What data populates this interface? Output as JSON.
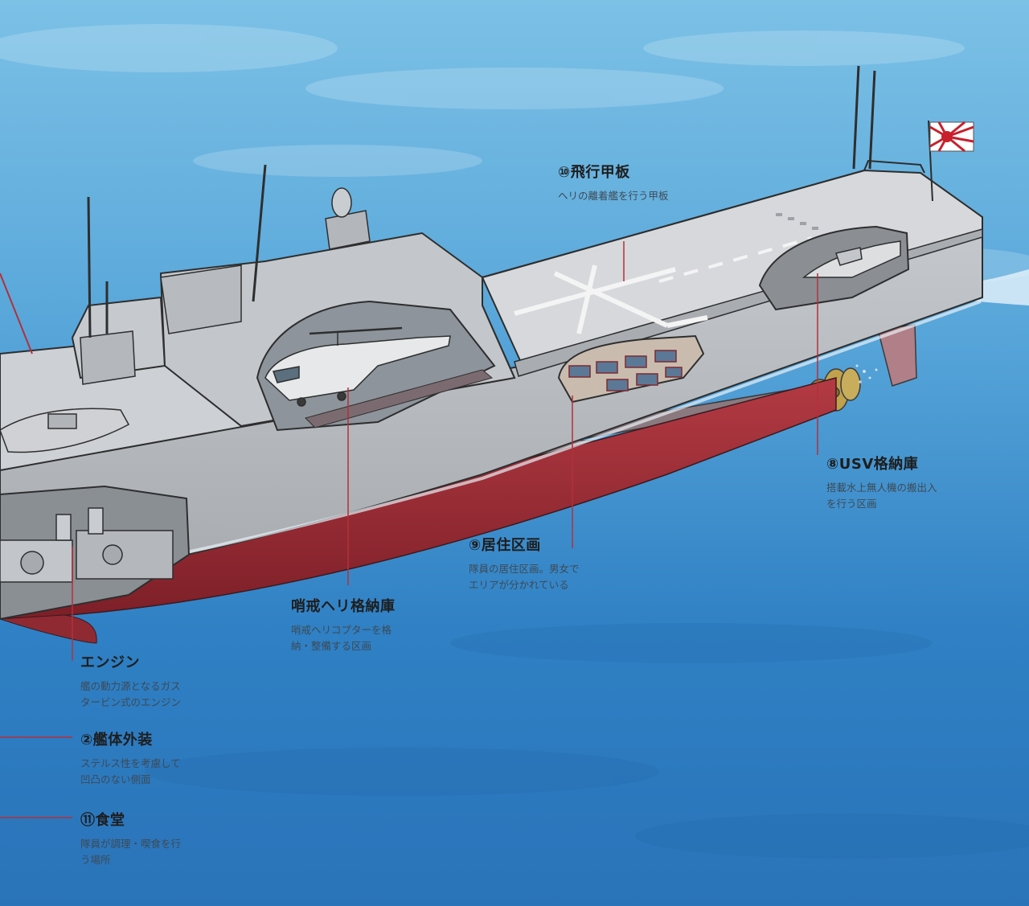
{
  "callouts": {
    "flight_deck": {
      "title": "⑩飛行甲板",
      "lines": [
        "ヘリの離着艦を行う甲板"
      ]
    },
    "usv_hangar": {
      "title": "⑧USV格納庫",
      "lines": [
        "搭載水上無人機の搬出入",
        "を行う区画"
      ]
    },
    "living_quarters": {
      "title": "⑨居住区画",
      "lines": [
        "隊員の居住区画。男女で",
        "エリアが分かれている"
      ]
    },
    "heli_hangar": {
      "title": "哨戒ヘリ格納庫",
      "lines": [
        "哨戒ヘリコプターを格",
        "納・整備する区画"
      ]
    },
    "engine": {
      "title": "エンジン",
      "lines": [
        "艦の動力源となるガス",
        "タービン式のエンジン"
      ]
    },
    "hull": {
      "title": "②艦体外装",
      "lines": [
        "ステルス性を考慮して",
        "凹凸のない側面"
      ]
    },
    "mess_hall": {
      "title": "⑪食堂",
      "lines": [
        "隊員が調理・喫食を行",
        "う場所"
      ]
    }
  },
  "colors": {
    "sea": "#2f7fc4",
    "hull_grey": "#b9bcc0",
    "hull_red": "#a8323b",
    "leader_line": "#b3303a"
  }
}
